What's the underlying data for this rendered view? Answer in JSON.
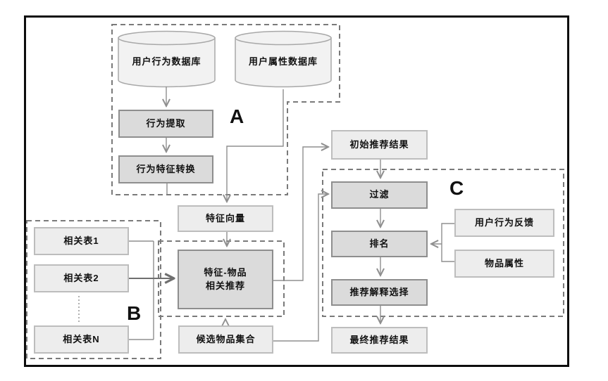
{
  "diagram": {
    "regions": {
      "a": "A",
      "b": "B",
      "c": "C"
    },
    "nodes": {
      "user_behavior_db": "用户行为数据库",
      "user_attribute_db": "用户属性数据库",
      "behavior_extract": "行为提取",
      "behavior_feature_convert": "行为特征转换",
      "feature_vector": "特征向量",
      "feature_item_rec_line1": "特征-物品",
      "feature_item_rec_line2": "相关推荐",
      "related_table_1": "相关表1",
      "related_table_2": "相关表2",
      "related_table_n": "相关表N",
      "candidate_items": "候选物品集合",
      "initial_results": "初始推荐结果",
      "filter": "过滤",
      "ranking": "排名",
      "explanation_select": "推荐解释选择",
      "final_results": "最终推荐结果",
      "user_feedback": "用户行为反馈",
      "item_attributes": "物品属性"
    },
    "colors": {
      "frame": "#0d0d0d",
      "process_box_fill": "#dbdbdb",
      "process_box_border": "#8e8e8e",
      "data_box_fill": "#ededed",
      "data_box_border": "#bdbdbd",
      "cylinder_fill": "#f2f2f2",
      "connector": "#8f8f8f",
      "dashed_outline": "#7a7a7a"
    }
  }
}
